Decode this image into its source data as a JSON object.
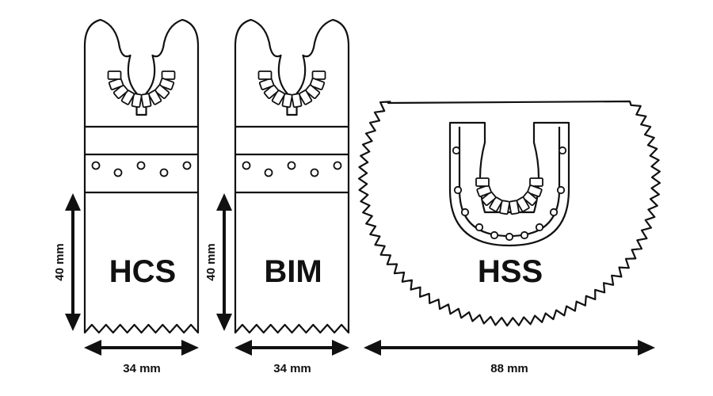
{
  "blades": [
    {
      "type": "HCS",
      "height_label": "40 mm",
      "width_label": "34 mm"
    },
    {
      "type": "BIM",
      "height_label": "40 mm",
      "width_label": "34 mm"
    },
    {
      "type": "HSS",
      "width_label": "88 mm"
    }
  ],
  "colors": {
    "line": "#111111",
    "fill": "#ffffff"
  }
}
